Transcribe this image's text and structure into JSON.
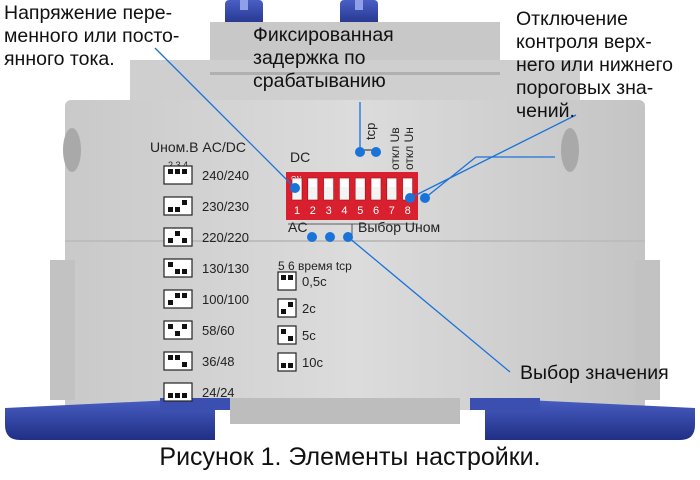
{
  "annotations": {
    "voltage_type": [
      "Напряжение пере-",
      "менного или посто-",
      "янного тока."
    ],
    "fixed_delay": [
      "Фиксированная",
      "задержка по",
      "срабатыванию"
    ],
    "threshold_off": [
      "Отключение",
      "контроля верх-",
      "него или нижнего",
      "пороговых зна-",
      "чений."
    ],
    "value_select": "Выбор значения"
  },
  "caption": "Рисунок 1. Элементы настройки.",
  "panel": {
    "voltage_header": "Uном.В  AC/DC",
    "voltage_switch_numbers": "2 3 4",
    "voltage_rows": [
      "240/240",
      "230/230",
      "220/220",
      "130/130",
      "100/100",
      "58/60",
      "36/48",
      "24/24"
    ],
    "time_header": "5 6  время  tср",
    "time_rows": [
      "0,5с",
      "2с",
      "5с",
      "10с"
    ],
    "dc_label": "DC",
    "ac_label": "AC",
    "on_label": "ON",
    "switch_numbers": [
      "1",
      "2",
      "3",
      "4",
      "5",
      "6",
      "7",
      "8"
    ],
    "select_label": "Выбор  Uном",
    "tcp_label": "tср",
    "off_upper_label": "откл Uв",
    "off_lower_label": "откл Uн"
  },
  "colors": {
    "marker": "#1a73d9",
    "switch_block": "#d8202e",
    "clip": "#2b3f9e",
    "housing": "#d2d2d2"
  }
}
